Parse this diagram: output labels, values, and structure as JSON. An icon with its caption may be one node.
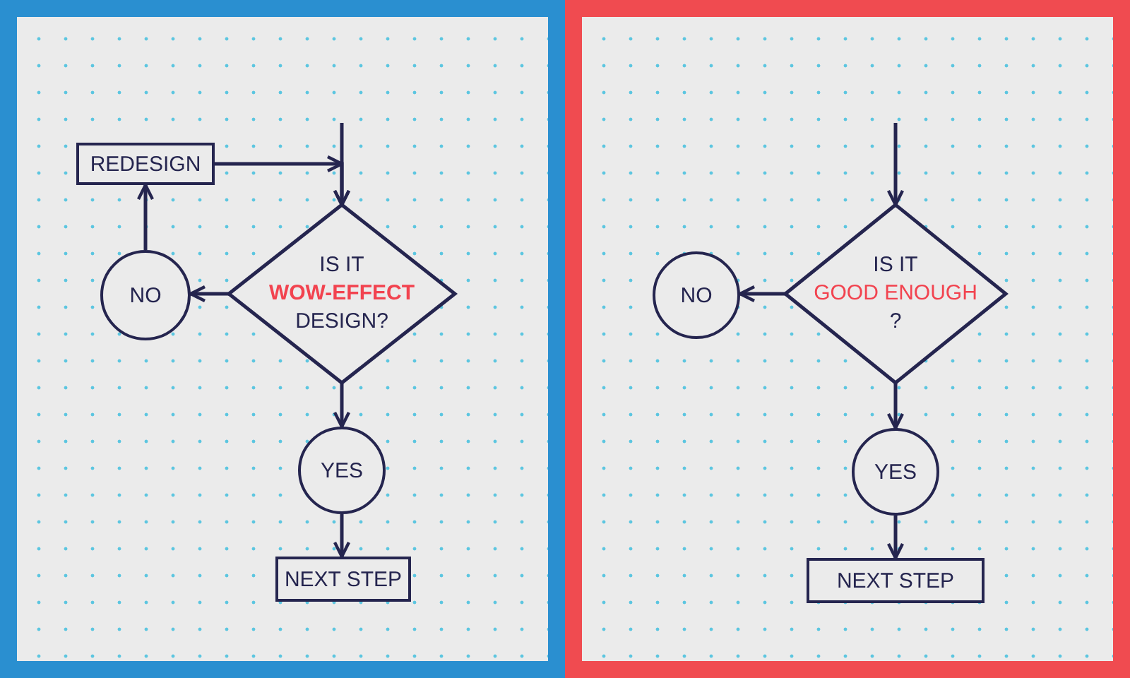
{
  "diagram": {
    "nodes": [
      {
        "text": [],
        "shape": "box"
      },
      {
        "text": [
          "REDESIGN"
        ],
        "in": 0
      },
      {
        "text": [
          "IS IT **WOW-EFFECT** DESIGN?"
        ],
        "in": 0
      },
      {
        "text": [
          "NO"
        ],
        "in": 0
      },
      {
        "text": [
          "YES"
        ],
        "in": 0
      },
      {
        "text": [
          "NEXT STEP"
        ],
        "in": 0
      },
      {
        "text": [],
        "shape": "box"
      },
      {
        "text": [
          "IS IT **GOOD ENOUGH** ?"
        ],
        "in": 6
      },
      {
        "text": [
          "NO"
        ],
        "in": 6
      },
      {
        "text": [
          "YES"
        ],
        "in": 6
      },
      {
        "text": [
          "NEXT STEP"
        ],
        "in": 6
      }
    ],
    "edges": [
      {
        "from": null,
        "to": 2,
        "arrow": "to"
      },
      {
        "from": 1,
        "to": 2,
        "arrow": "to"
      },
      {
        "from": 2,
        "to": 3,
        "arrow": "to"
      },
      {
        "from": 3,
        "to": 1,
        "arrow": "to"
      },
      {
        "from": 2,
        "to": 4,
        "arrow": "to"
      },
      {
        "from": 4,
        "to": 5,
        "arrow": "to"
      },
      {
        "from": null,
        "to": 7,
        "arrow": "to"
      },
      {
        "from": 7,
        "to": 8,
        "arrow": "to"
      },
      {
        "from": 7,
        "to": 9,
        "arrow": "to"
      },
      {
        "from": 9,
        "to": 10,
        "arrow": "to"
      }
    ]
  }
}
